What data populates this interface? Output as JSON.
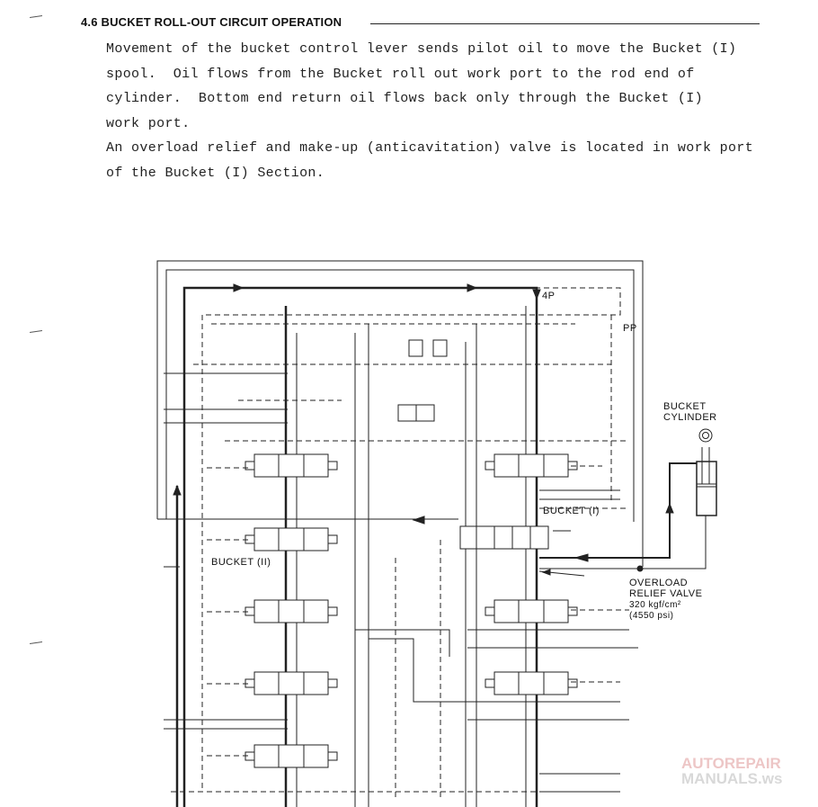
{
  "section": {
    "number": "4.6",
    "title": "BUCKET ROLL-OUT CIRCUIT OPERATION"
  },
  "body_lines": [
    "Movement of the bucket control lever sends pilot oil to move the Bucket (I)",
    "spool.  Oil flows from the Bucket roll out work port to the rod end of",
    "cylinder.  Bottom end return oil flows back only through the Bucket (I)",
    "work port.",
    "An overload relief and make-up (anticavitation) valve is located in work port",
    "of the Bucket (I) Section."
  ],
  "diagram": {
    "labels": {
      "port_4p": "4P",
      "port_pp": "PP",
      "bucket_cylinder_1": "BUCKET",
      "bucket_cylinder_2": "CYLINDER",
      "bucket_i": "BUCKET (I)",
      "bucket_ii": "BUCKET (II)",
      "relief_1": "OVERLOAD",
      "relief_2": "RELIEF VALVE",
      "relief_3": "320 kgf/cm²",
      "relief_4": "(4550 psi)"
    }
  },
  "watermark": {
    "line1": "AUTOREPAIR",
    "line2": "MANUALS.ws"
  }
}
